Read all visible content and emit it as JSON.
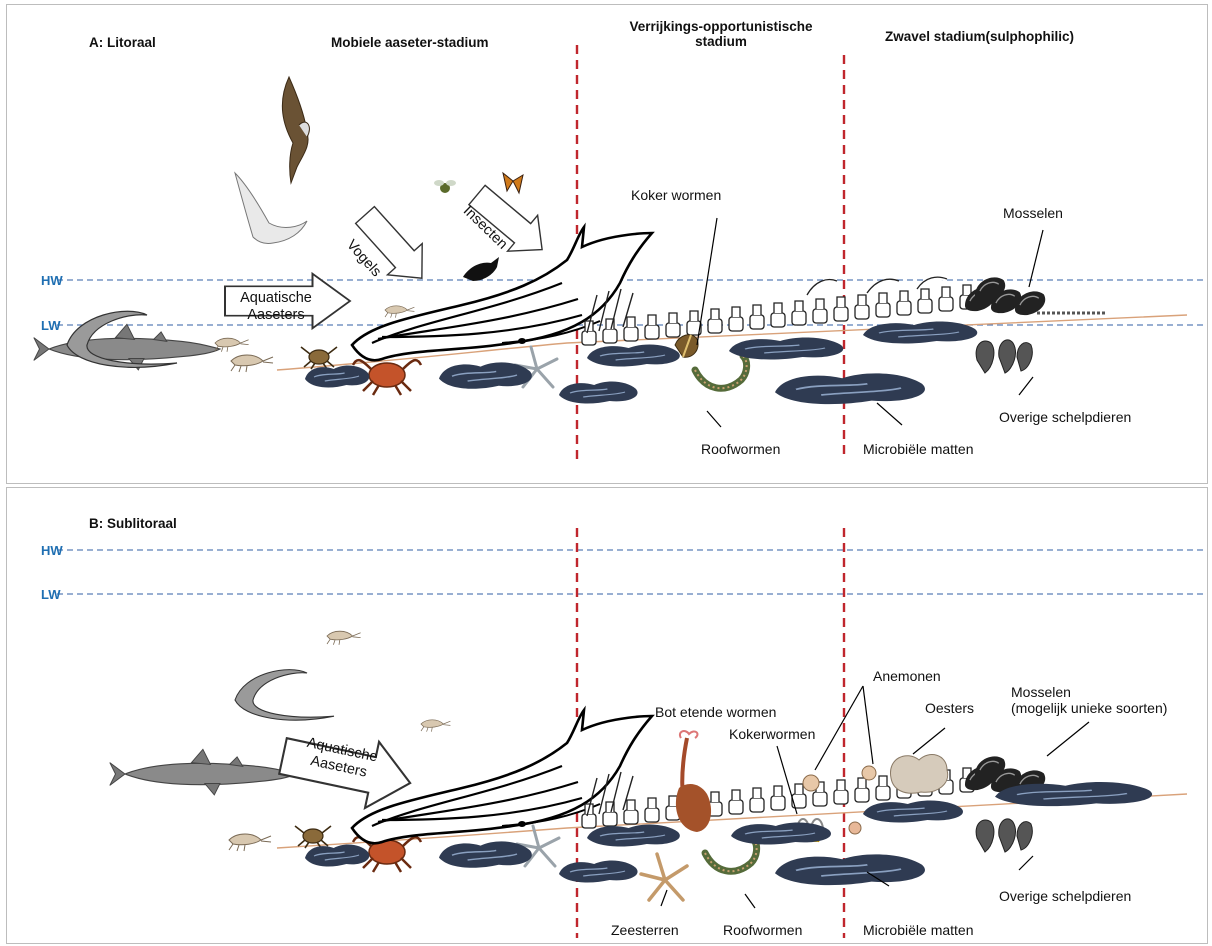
{
  "colors": {
    "tide_line": "#5b7fb8",
    "zone_divider": "#c0262d",
    "tide_label": "#1f6fb2",
    "panel_border": "#bdbdbd",
    "mat": "#2f3b52",
    "sediment": "#d9a27a"
  },
  "panel_a": {
    "title": "A: Litoraal",
    "stage_mobile": "Mobiele aaseter-stadium",
    "stage_enrich_1": "Verrijkings-opportunistische",
    "stage_enrich_2": "stadium",
    "stage_sulphur": "Zwavel stadium(sulphophilic)",
    "hw": "HW",
    "lw": "LW",
    "arrow_aquatic_1": "Aquatische",
    "arrow_aquatic_2": "Aaseters",
    "arrow_birds": "Vogels",
    "arrow_insects": "Insecten",
    "label_tube_worms": "Koker wormen",
    "label_mussels": "Mosselen",
    "label_predatory_worms": "Roofwormen",
    "label_microbial_mats": "Microbiële matten",
    "label_other_shellfish": "Overige schelpdieren"
  },
  "panel_b": {
    "title": "B: Sublitoraal",
    "hw": "HW",
    "lw": "LW",
    "arrow_aquatic_1": "Aquatische",
    "arrow_aquatic_2": "Aaseters",
    "label_bone_worms": "Bot etende wormen",
    "label_tube_worms": "Kokerwormen",
    "label_anemones": "Anemonen",
    "label_oysters": "Oesters",
    "label_mussels_1": "Mosselen",
    "label_mussels_2": "(mogelijk unieke soorten)",
    "label_starfish": "Zeesterren",
    "label_predatory_worms": "Roofwormen",
    "label_microbial_mats": "Microbiële matten",
    "label_other_shellfish": "Overige schelpdieren"
  }
}
